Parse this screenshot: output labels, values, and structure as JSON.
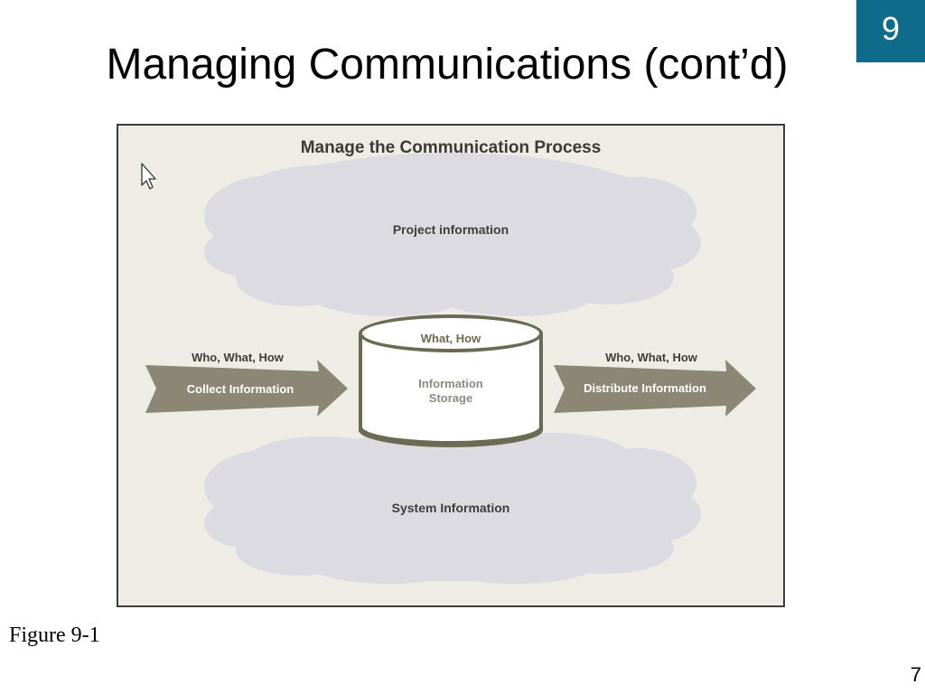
{
  "slide": {
    "chapter": "9",
    "title": "Managing Communications (cont’d)",
    "figure_caption": "Figure 9-1",
    "page_number": "7"
  },
  "diagram": {
    "title": "Manage the Communication Process",
    "top_cloud_label": "Project information",
    "bottom_cloud_label": "System Information",
    "storage_top_label": "What, How",
    "storage_label_line1": "Information",
    "storage_label_line2": "Storage",
    "left_arrow_above": "Who, What, How",
    "left_arrow_label": "Collect Information",
    "right_arrow_above": "Who, What, How",
    "right_arrow_label": "Distribute Information",
    "colors": {
      "panel_bg": "#efece6",
      "cloud": "#dcdbe1",
      "arrow": "#8b8774",
      "cylinder_edge": "#6b6a52",
      "badge": "#0e6b8a"
    }
  }
}
